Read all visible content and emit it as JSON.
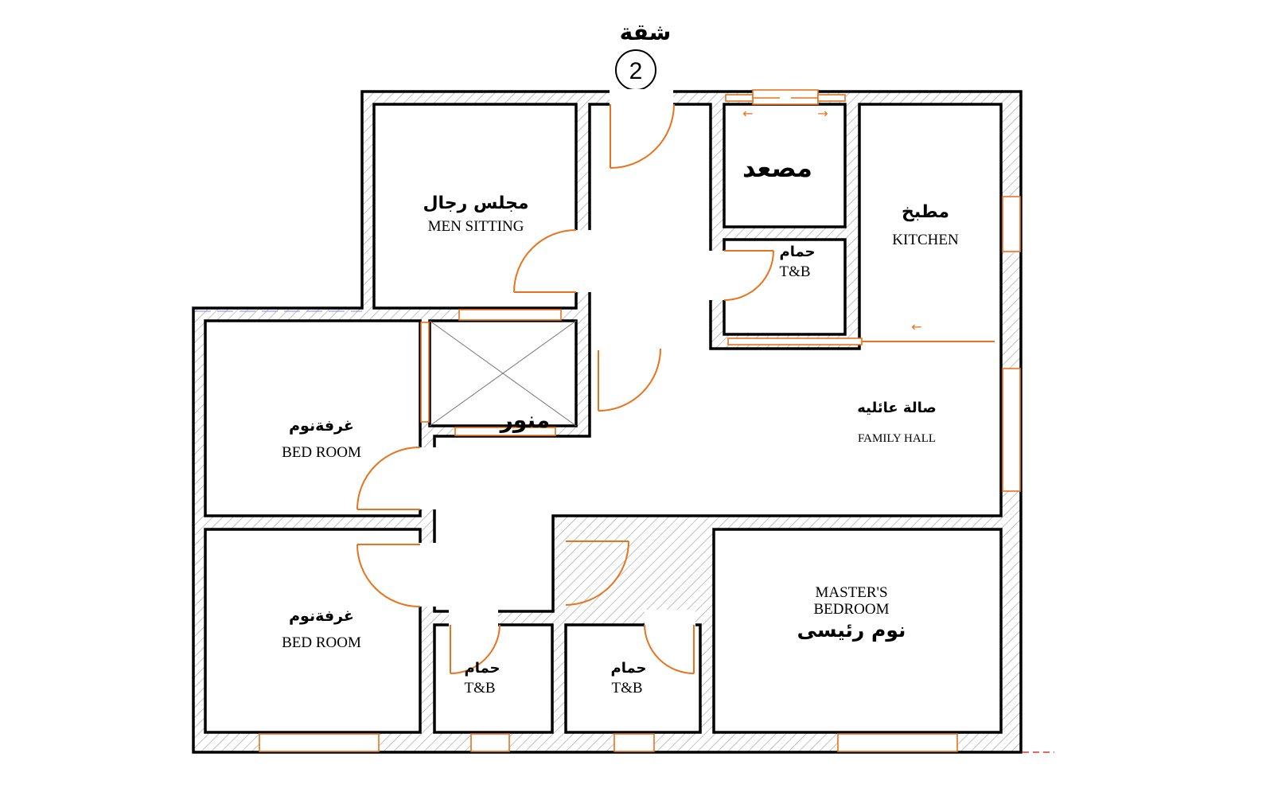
{
  "title": {
    "arabic": "شقة",
    "unit_number": "2"
  },
  "rooms": {
    "men_sitting": {
      "arabic": "مجلس رجال",
      "english": "MEN SITTING"
    },
    "elevator": {
      "arabic": "مصعد"
    },
    "tb_top": {
      "arabic": "حمام",
      "english": "T&B"
    },
    "kitchen": {
      "arabic": "مطبخ",
      "english": "KITCHEN"
    },
    "light_well": {
      "arabic": "منور"
    },
    "family_hall": {
      "arabic": "صالة عائليه",
      "english": "FAMILY HALL"
    },
    "bedroom_1": {
      "arabic": "غرفةنوم",
      "english": "BED ROOM"
    },
    "bedroom_2": {
      "arabic": "غرفةنوم",
      "english": "BED ROOM"
    },
    "tb_1": {
      "arabic": "حمام",
      "english": "T&B"
    },
    "tb_2": {
      "arabic": "حمام",
      "english": "T&B"
    },
    "master": {
      "english_line1": "MASTER'S",
      "english_line2": "BEDROOM",
      "arabic": "نوم رئيسى"
    }
  },
  "colors": {
    "wall": "#000000",
    "door_window": "#e8731e",
    "hatch": "#9a9a9a"
  }
}
